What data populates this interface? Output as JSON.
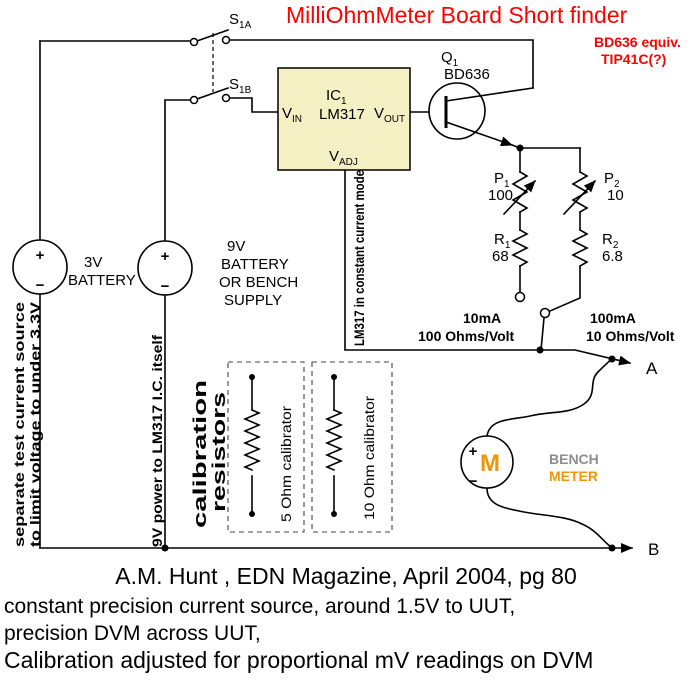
{
  "title": "MilliOhmMeter Board Short finder",
  "equiv_note": {
    "line1": "BD636 equiv.",
    "line2": "TIP41C(?)"
  },
  "switches": {
    "s1a": {
      "name": "S",
      "sub": "1A"
    },
    "s1b": {
      "name": "S",
      "sub": "1B"
    }
  },
  "ic": {
    "ref": "IC",
    "ref_sub": "1",
    "part": "LM317",
    "pin_vin": "V",
    "pin_vin_sub": "IN",
    "pin_vout": "V",
    "pin_vout_sub": "OUT",
    "pin_vadj": "V",
    "pin_vadj_sub": "ADJ"
  },
  "transistor": {
    "ref": "Q",
    "ref_sub": "1",
    "part": "BD636"
  },
  "pots": {
    "p1": {
      "ref": "P",
      "sub": "1",
      "value": "100"
    },
    "p2": {
      "ref": "P",
      "sub": "2",
      "value": "10"
    }
  },
  "resistors": {
    "r1": {
      "ref": "R",
      "sub": "1",
      "value": "68"
    },
    "r2": {
      "ref": "R",
      "sub": "2",
      "value": "6.8"
    }
  },
  "taps": {
    "tap1": {
      "current": "10mA",
      "scale": "100 Ohms/Volt"
    },
    "tap2": {
      "current": "100mA",
      "scale": "10 Ohms/Volt"
    }
  },
  "batteries": {
    "b3v": {
      "plus": "+",
      "minus": "−",
      "line1": "3V",
      "line2": "BATTERY"
    },
    "b9v": {
      "plus": "+",
      "minus": "−",
      "line1": "9V",
      "line2": "BATTERY",
      "line3": "OR BENCH",
      "line4": "SUPPLY"
    }
  },
  "vertical_notes": {
    "test_source_line1": "separate test current source",
    "test_source_line2": "to limit voltage to under 3.3V",
    "power_9v": "9V power to LM317 I.C. itself",
    "lm317_mode": "LM317 in constant current mode",
    "calibration_line1": "calibration",
    "calibration_line2": "resistors",
    "cal5": "5 Ohm calibrator",
    "cal10": "10 Ohm calibrator"
  },
  "meter": {
    "symbol": "M",
    "plus": "+",
    "minus": "−",
    "line1": "BENCH",
    "line2": "METER"
  },
  "terminals": {
    "a": "A",
    "b": "B"
  },
  "footer": {
    "credit": "A.M. Hunt , EDN Magazine, April 2004, pg 80",
    "note1": "constant precision current source, around 1.5V to UUT,",
    "note2": "precision DVM across UUT,",
    "note3": "Calibration adjusted for proportional mV readings on DVM"
  },
  "colors": {
    "accent_red": "#ff0000",
    "meter_orange": "#f0940a",
    "bench_gray": "#8e8e8e",
    "ic_fill": "#f5efc4"
  }
}
